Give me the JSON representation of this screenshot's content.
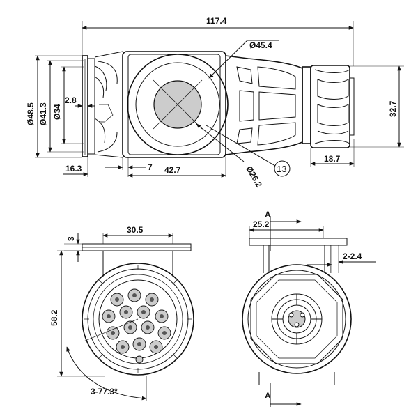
{
  "top_view": {
    "overall_length": "117.4",
    "bore_diameter": "Ø45.4",
    "face_diameter": "Ø26.2",
    "callout_number": "13",
    "outer_flange_diameter": "Ø48.5",
    "inner_flange_diameter": "Ø41.3",
    "body_diameter": "Ø34",
    "flange_thickness": "2.8",
    "flange_offset": "16.3",
    "gap": "7",
    "body_length": "42.7",
    "nut_width": "18.7",
    "nut_height": "32.7"
  },
  "front_view": {
    "width": "30.5",
    "top_thickness": "3",
    "height": "58.2",
    "angle": "3-77.3°"
  },
  "rear_view": {
    "section_label": "A",
    "width": "25.2",
    "panel_thickness": "2-2.4"
  },
  "colors": {
    "line": "#111111",
    "contact_fill": "#cccccc"
  }
}
